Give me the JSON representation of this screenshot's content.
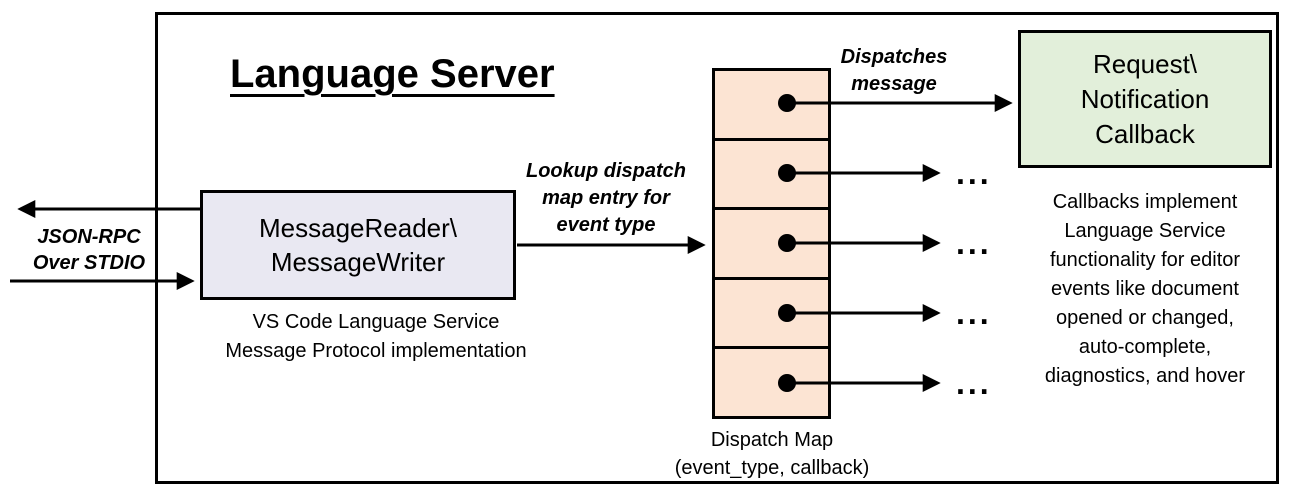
{
  "diagram": {
    "title": "Language Server",
    "io_label_lines": [
      "JSON-RPC",
      "Over STDIO"
    ],
    "message_box": {
      "lines": [
        "MessageReader\\",
        "MessageWriter"
      ],
      "caption_lines": [
        "VS Code Language Service",
        "Message Protocol implementation"
      ]
    },
    "lookup_label_lines": [
      "Lookup dispatch",
      "map entry for",
      "event type"
    ],
    "dispatches_label_lines": [
      "Dispatches",
      "message"
    ],
    "callback_box": {
      "lines": [
        "Request\\",
        "Notification",
        "Callback"
      ]
    },
    "callbacks_note_lines": [
      "Callbacks implement",
      "Language Service",
      "functionality for editor",
      "events like document",
      "opened or changed,",
      "auto-complete,",
      "diagnostics, and hover"
    ],
    "dispatch_map_caption_lines": [
      "Dispatch Map",
      "(event_type, callback)"
    ],
    "ellipsis": "...",
    "colors": {
      "message_box_fill": "#e9e8f2",
      "dispatch_fill": "#fce4d3",
      "callback_fill": "#e2efda",
      "border": "#000000"
    }
  }
}
